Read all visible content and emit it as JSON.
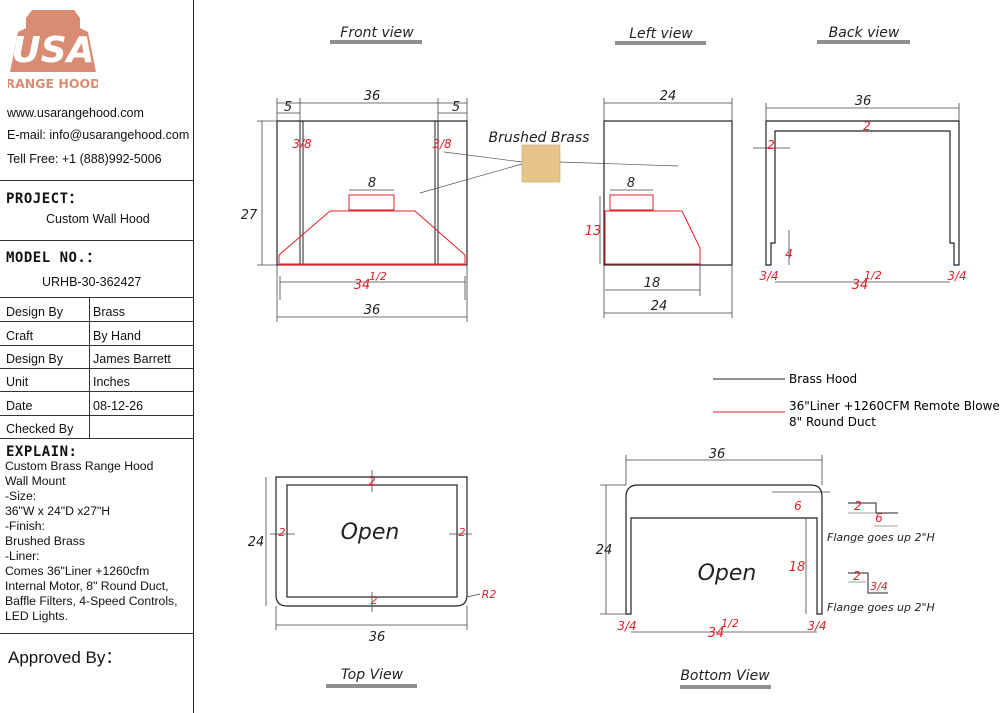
{
  "logo": {
    "mark": "USA",
    "sub": "RANGE HOOD"
  },
  "contact": {
    "website": "www.usarangehood.com",
    "email": "E-mail: info@usarangehood.com",
    "phone": "Tell Free: +1 (888)992-5006"
  },
  "project": {
    "label": "PROJECT：",
    "value": "Custom Wall Hood"
  },
  "model": {
    "label": "MODEL NO.：",
    "value": "URHB-30-362427"
  },
  "details": [
    {
      "key": "Design By",
      "value": "Brass"
    },
    {
      "key": "Craft",
      "value": "By Hand"
    },
    {
      "key": "Design By",
      "value": "James Barrett"
    },
    {
      "key": "Unit",
      "value": "Inches"
    },
    {
      "key": "Date",
      "value": "08-12-26"
    },
    {
      "key": "Checked By",
      "value": ""
    }
  ],
  "explain": {
    "label": "EXPLAIN:",
    "lines": [
      "Custom Brass Range Hood",
      "Wall Mount",
      "-Size:",
      "36\"W x 24\"D x27\"H",
      "-Finish:",
      "Brushed Brass",
      "-Liner:",
      "Comes 36\"Liner +1260cfm",
      "Internal Motor, 8\" Round Duct,",
      "Baffle Filters, 4-Speed Controls,",
      "LED Lights."
    ]
  },
  "approved": "Approved By：",
  "views": {
    "front": "Front view",
    "left": "Left view",
    "back": "Back view",
    "top": "Top View",
    "bottom": "Bottom View"
  },
  "finish_label": "Brushed Brass",
  "legend": {
    "hood": "Brass Hood",
    "liner_1": "36\"Liner +1260CFM Remote Blower",
    "liner_2": "8\" Round Duct"
  },
  "notes": {
    "open_top": "Open",
    "open_bottom": "Open",
    "flange_1": "Flange goes up 2\"H",
    "flange_2": "Flange goes up 2\"H",
    "radius": "R2"
  },
  "dims": {
    "front_top": "36",
    "front_left_gap": "5",
    "front_right_gap": "5",
    "front_height": "27",
    "front_bottom": "36",
    "front_duct": "8",
    "front_liner_num": "34",
    "front_liner_frac": "1/2",
    "front_wall_l": "3/8",
    "front_wall_r": "3/8",
    "left_top": "24",
    "left_duct": "8",
    "left_liner_h": "13",
    "left_liner_d": "18",
    "left_bottom": "24",
    "back_top": "36",
    "back_thick_top": "2",
    "back_thick_side": "2",
    "back_flange": "4",
    "back_liner_num": "34",
    "back_liner_frac": "1/2",
    "back_wall_l": "3/4",
    "back_wall_r": "3/4",
    "top_depth": "24",
    "top_width": "36",
    "top_edge": "2",
    "bottom_width": "36",
    "bottom_depth": "24",
    "bottom_front": "6",
    "bottom_side": "18",
    "bottom_liner_num": "34",
    "bottom_liner_frac": "1/2",
    "bottom_wall_l": "3/4",
    "bottom_wall_r": "3/4",
    "flange_a_1": "2",
    "flange_a_2": "6",
    "flange_b_1": "2",
    "flange_b_2": "3/4"
  },
  "colors": {
    "hood_line": "#222222",
    "liner_line": "#e0202a",
    "brass": "#e7c48c",
    "logo": "#d88a72"
  }
}
